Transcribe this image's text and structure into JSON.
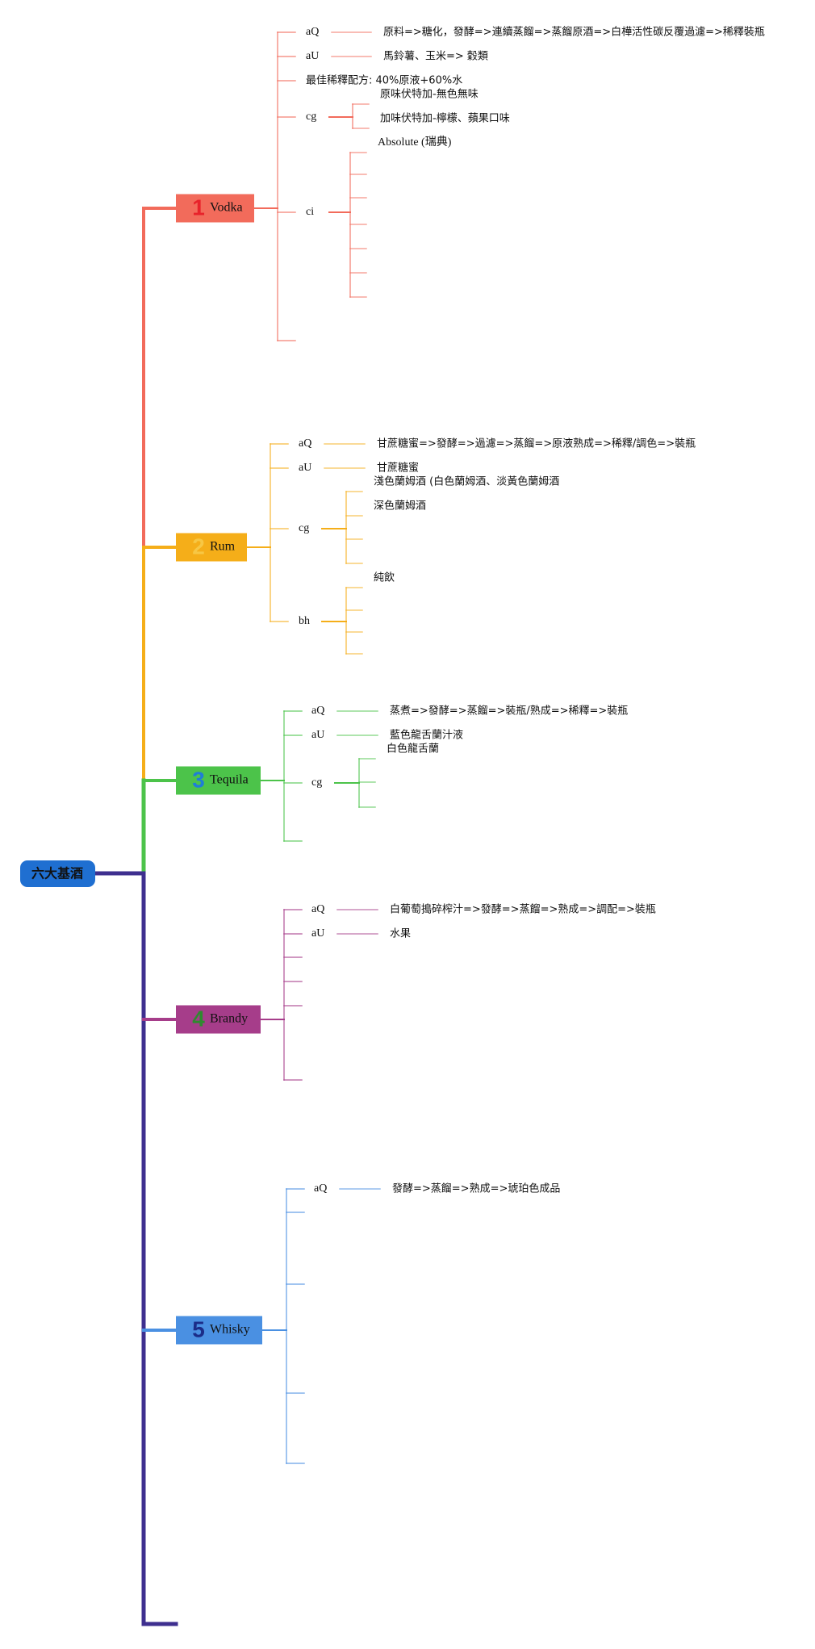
{
  "colors": {
    "root_fill": "#1f6fd1",
    "spine": "#3e2f8f",
    "vodka": "#f26b5b",
    "rum": "#f5ae19",
    "tequila": "#4cc34a",
    "brandy": "#a63d8a",
    "whisky": "#4a90e2",
    "num_vodka": "#e8232b",
    "num_rum": "#f7c744",
    "num_tequila": "#1f7ed6",
    "num_brandy": "#2f8a2f",
    "num_whisky": "#1b2c88"
  },
  "root": {
    "label": "六大基酒"
  },
  "branches": [
    {
      "key": "vodka",
      "number": "1",
      "label": "Vodka",
      "children": [
        {
          "label": "aQ",
          "value": "原料=>糖化，發酵=>連續蒸餾=>蒸餾原酒=>白樺活性碳反覆過濾=>稀釋裝瓶"
        },
        {
          "label": "aU",
          "value": "馬鈴薯、玉米=> 穀類"
        },
        {
          "label": "最佳稀釋配方: 40%原液+60%水",
          "value": ""
        },
        {
          "label": "cg",
          "items": [
            "原味伏特加-無色無味",
            "加味伏特加-檸檬、蘋果口味"
          ]
        },
        {
          "label": "ci",
          "items": [
            "Absolute (瑞典)",
            "",
            "",
            "",
            "",
            "",
            ""
          ]
        },
        {
          "label": "",
          "value": ""
        }
      ]
    },
    {
      "key": "rum",
      "number": "2",
      "label": "Rum",
      "children": [
        {
          "label": "aQ",
          "value": "甘蔗糖蜜=>發酵=>過濾=>蒸餾=>原液熟成=>稀釋/調色=>裝瓶"
        },
        {
          "label": "aU",
          "value": "甘蔗糖蜜"
        },
        {
          "label": "cg",
          "items": [
            "淺色蘭姆酒 (白色蘭姆酒、淡黃色蘭姆酒",
            "深色蘭姆酒",
            "",
            ""
          ]
        },
        {
          "label": "bh",
          "items": [
            "純飲",
            "",
            "",
            ""
          ]
        }
      ]
    },
    {
      "key": "tequila",
      "number": "3",
      "label": "Tequila",
      "children": [
        {
          "label": "aQ",
          "value": "蒸煮=>發酵=>蒸餾=>裝瓶/熟成=>稀釋=>裝瓶"
        },
        {
          "label": "aU",
          "value": "藍色龍舌蘭汁液"
        },
        {
          "label": "cg",
          "items": [
            "白色龍舌蘭",
            "",
            ""
          ]
        },
        {
          "label": "",
          "value": ""
        }
      ]
    },
    {
      "key": "brandy",
      "number": "4",
      "label": "Brandy",
      "children": [
        {
          "label": "aQ",
          "value": "白葡萄搗碎榨汁=>發酵=>蒸餾=>熟成=>調配=>裝瓶"
        },
        {
          "label": "aU",
          "value": "水果"
        },
        {
          "label": "",
          "value": ""
        },
        {
          "label": "",
          "value": ""
        },
        {
          "label": "",
          "value": ""
        },
        {
          "label": "",
          "value": ""
        }
      ]
    },
    {
      "key": "whisky",
      "number": "5",
      "label": "Whisky",
      "children": [
        {
          "label": "aQ",
          "value": "發酵=>蒸餾=>熟成=>琥珀色成品"
        },
        {
          "label": "",
          "value": ""
        },
        {
          "label": "",
          "value": ""
        },
        {
          "label": "",
          "value": ""
        },
        {
          "label": "",
          "value": ""
        }
      ]
    }
  ]
}
